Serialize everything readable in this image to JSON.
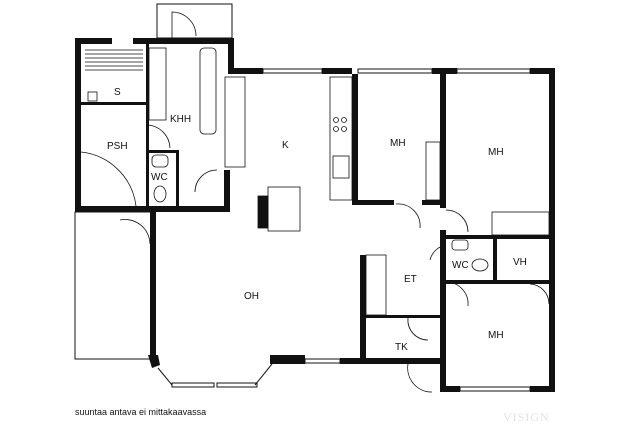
{
  "rooms": {
    "s": "S",
    "khh": "KHH",
    "psh": "PSH",
    "wc1": "WC",
    "k": "K",
    "mh1": "MH",
    "mh2": "MH",
    "wc2": "WC",
    "vh": "VH",
    "et": "ET",
    "oh": "OH",
    "tk": "TK",
    "mh3": "MH"
  },
  "note": "suuntaa antava ei mittakaavassa",
  "watermark": "VISIGN"
}
